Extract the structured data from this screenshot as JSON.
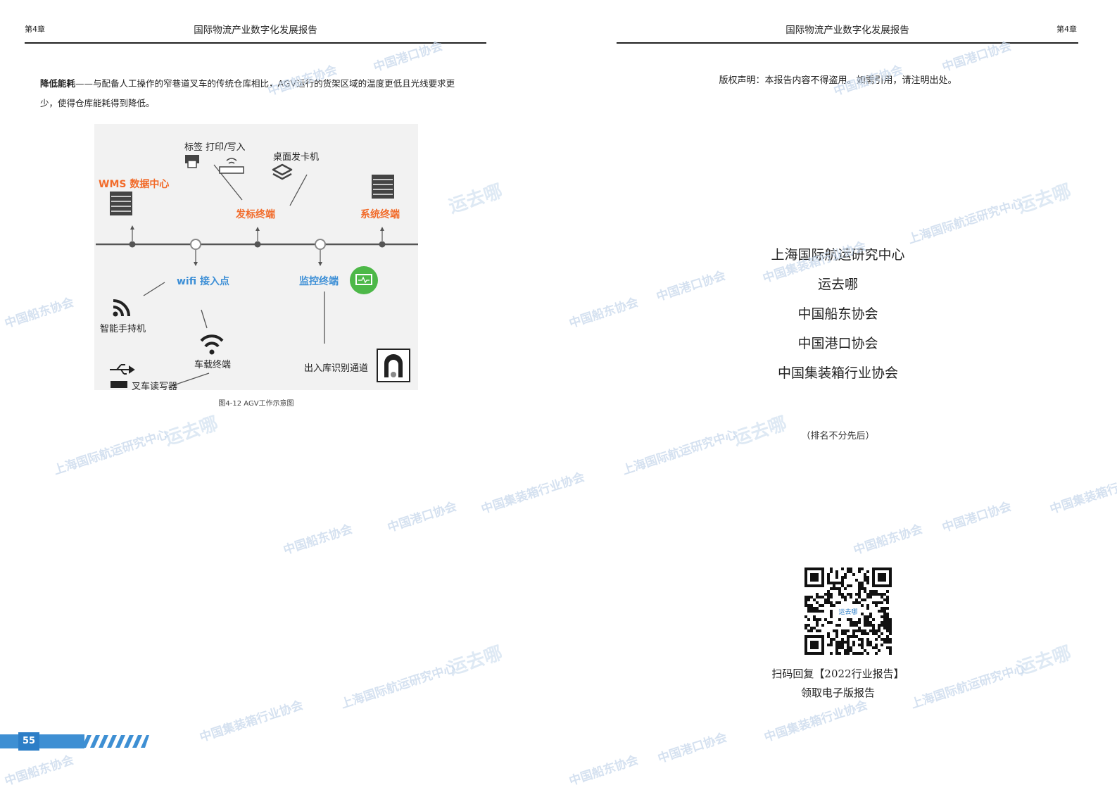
{
  "left_page": {
    "chapter": "第4章",
    "header_title": "国际物流产业数字化发展报告",
    "paragraph": {
      "bold_lead": "降低能耗",
      "text": "——与配备人工操作的窄巷道叉车的传统仓库相比，AGV运行的货架区域的温度更低且光线要求更少，使得仓库能耗得到降低。"
    },
    "figure": {
      "labels": {
        "label_print": "标签 打印/写入",
        "desk_card": "桌面发卡机",
        "wms": "WMS 数据中心",
        "issue_terminal": "发标终端",
        "system_terminal": "系统终端",
        "wifi_ap": "wifi 接入点",
        "monitor_terminal": "监控终端",
        "handheld": "智能手持机",
        "vehicle_terminal": "车载终端",
        "forklift_reader": "叉车读写器",
        "gate_channel": "出入库识别通道"
      },
      "caption": "图4-12 AGV工作示意图"
    },
    "page_number": "55"
  },
  "right_page": {
    "chapter": "第4章",
    "header_title": "国际物流产业数字化发展报告",
    "copyright": "版权声明：本报告内容不得盗用。如需引用，请注明出处。",
    "organizations": [
      "上海国际航运研究中心",
      "运去哪",
      "中国船东协会",
      "中国港口协会",
      "中国集装箱行业协会"
    ],
    "rank_note": "（排名不分先后）",
    "qr_center_text": "运去哪",
    "qr_caption": [
      "扫码回复【2022行业报告】",
      "领取电子版报告"
    ]
  },
  "watermarks": {
    "shipowners": "中国船东协会",
    "ports": "中国港口协会",
    "container": "中国集装箱行业协会",
    "sisi": "上海国际航运研究中心",
    "yunquna": "运去哪"
  },
  "colors": {
    "accent_orange": "#f26b2a",
    "accent_blue": "#3d8fd6",
    "page_number_blue": "#2d7ec7",
    "monitor_green": "#4db848"
  },
  "icons": [
    "server-icon",
    "printer-icon",
    "router-icon",
    "layers-icon",
    "wifi-icon",
    "monitor-icon",
    "usb-icon",
    "gate-icon"
  ]
}
